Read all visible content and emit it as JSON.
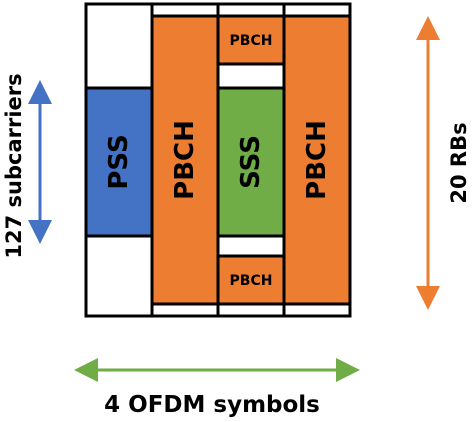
{
  "blocks": {
    "pss": "PSS",
    "pbch_left": "PBCH",
    "sss": "SSS",
    "pbch_right": "PBCH",
    "pbch_top": "PBCH",
    "pbch_bottom": "PBCH"
  },
  "annotations": {
    "subcarriers": "127 subcarriers",
    "rbs": "20 RBs",
    "symbols": "4 OFDM symbols"
  },
  "colors": {
    "pss": "#4472C4",
    "pbch": "#ED7D31",
    "sss": "#70AD47",
    "empty": "#FFFFFF",
    "border": "#000000",
    "arrow_blue": "#4472C4",
    "arrow_orange": "#ED7D31",
    "arrow_green": "#70AD47"
  }
}
